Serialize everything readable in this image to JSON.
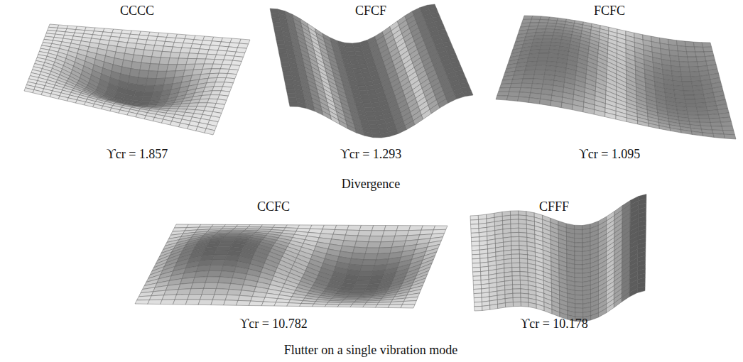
{
  "diagram": {
    "labels": [
      "CCCC",
      "CFCF",
      "FCFC",
      "ϒcr = 1.857",
      "ϒcr = 1.293",
      "ϒcr = 1.095",
      "Divergence",
      "CCFC",
      "CFFF",
      "ϒcr = 10.782",
      "ϒcr = 10.178",
      "Flutter on a single vibration mode"
    ]
  }
}
